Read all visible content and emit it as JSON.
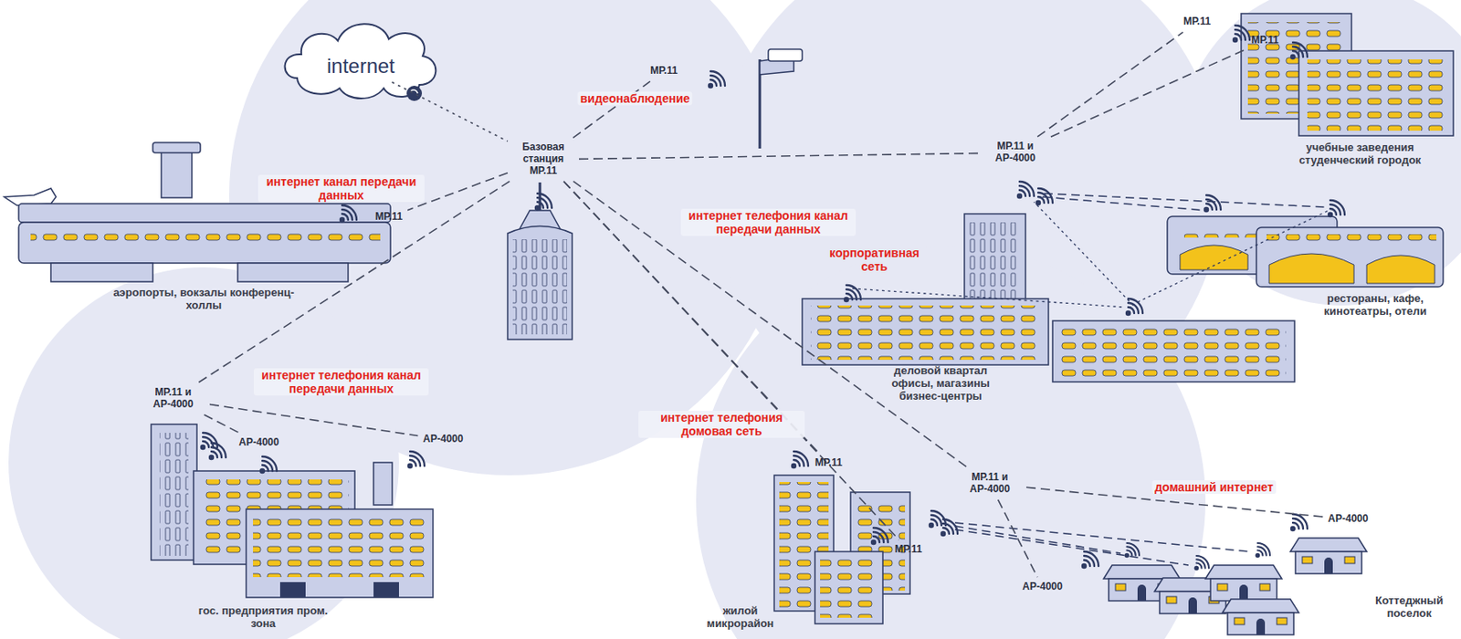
{
  "diagram": {
    "nodes": [
      {
        "text": [
          "internet"
        ]
      },
      {
        "text": [
          "Базовая станция МР.11"
        ]
      },
      {
        "text": [
          "МР.11"
        ]
      },
      {
        "text": [
          "МР.11"
        ]
      },
      {
        "text": [
          "МР.11 и АР-4000"
        ]
      },
      {
        "text": [
          "МР.11"
        ]
      },
      {
        "text": [
          "МР.11"
        ]
      },
      {
        "text": [
          "МР.11 и АР-4000"
        ]
      },
      {
        "text": [
          "АР-4000"
        ]
      },
      {
        "text": [
          "АР-4000"
        ]
      },
      {
        "text": [
          "МР.11"
        ]
      },
      {
        "text": [
          "МР.11"
        ]
      },
      {
        "text": [
          "МР.11 и АР-4000"
        ]
      },
      {
        "text": [
          "АР-4000"
        ]
      },
      {
        "text": [
          "АР-4000"
        ]
      }
    ],
    "edges": [
      {
        "from": 0,
        "to": 1,
        "arrow": "none"
      },
      {
        "from": 1,
        "to": 2,
        "label": "видеонаблюдение",
        "arrow": "none"
      },
      {
        "from": 1,
        "to": 3,
        "label": "интернет канал передачи данных",
        "arrow": "none"
      },
      {
        "from": 1,
        "to": 4,
        "label": "интернет телефония канал передачи данных",
        "arrow": "none"
      },
      {
        "from": 4,
        "to": 5,
        "arrow": "none"
      },
      {
        "from": 4,
        "to": 6,
        "arrow": "none"
      },
      {
        "from": 1,
        "to": 7,
        "label": "интернет телефония канал передачи данных",
        "arrow": "none"
      },
      {
        "from": 7,
        "to": 8,
        "arrow": "none"
      },
      {
        "from": 7,
        "to": 9,
        "arrow": "none"
      },
      {
        "from": 1,
        "to": 10,
        "label": "интернет телефония домовая сеть",
        "arrow": "none"
      },
      {
        "from": 1,
        "to": 11,
        "arrow": "none"
      },
      {
        "from": 1,
        "to": 12,
        "arrow": "none"
      },
      {
        "from": 12,
        "to": 13,
        "label": "домашний интернет",
        "arrow": "none"
      },
      {
        "from": 12,
        "to": 14,
        "arrow": "none"
      }
    ],
    "labels": [
      "аэропорты, вокзалы конференц-холлы",
      "учебные заведения студенческий городок",
      "рестораны, кафе, кинотеатры, отели",
      "корпоративная сеть",
      "деловой квартал офисы, магазины бизнес-центры",
      "гос. предприятия пром. зона",
      "жилой микрорайон",
      "Коттеджный поселок"
    ]
  }
}
